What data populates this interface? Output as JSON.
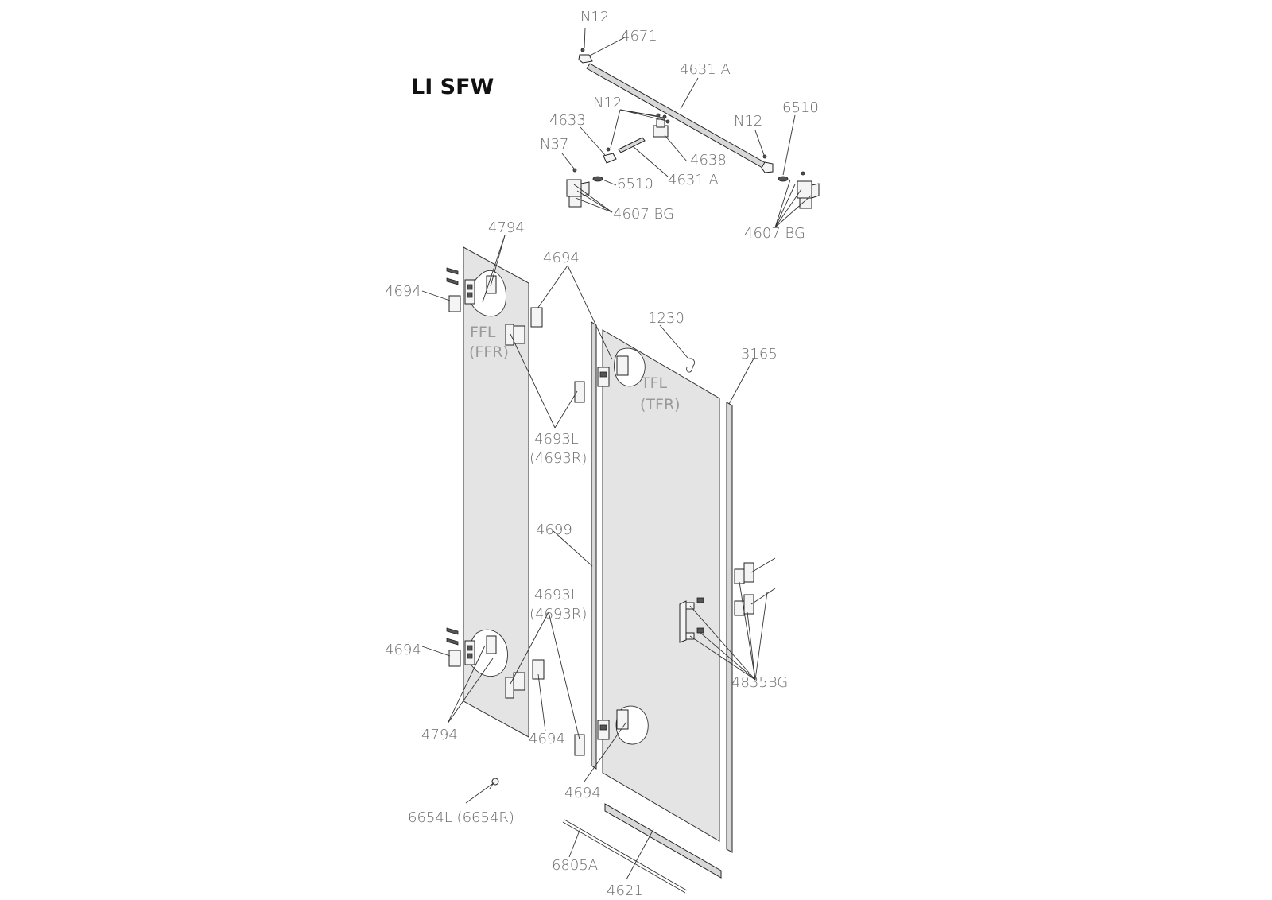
{
  "title": "LI SFW",
  "labels": {
    "n12_top": "N12",
    "p4671": "4671",
    "p4631a_top": "4631 A",
    "n12_mid": "N12",
    "n12_right": "N12",
    "p6510_right": "6510",
    "p4633": "4633",
    "n37": "N37",
    "p4638": "4638",
    "p4631a_mid": "4631 A",
    "p6510_left": "6510",
    "p4607bg_left": "4607 BG",
    "p4607bg_right": "4607 BG",
    "p4794_top": "4794",
    "p4694_topmid": "4694",
    "p4694_left_top": "4694",
    "p1230": "1230",
    "p3165": "3165",
    "ffl": "FFL",
    "ffr": "(FFR)",
    "tfl": "TFL",
    "tfr": "(TFR)",
    "p4693l_top": "4693L",
    "p4693r_top": "(4693R)",
    "p4699": "4699",
    "p4693l_bot": "4693L",
    "p4693r_bot": "(4693R)",
    "p4694_left_bot": "4694",
    "p4835bg": "4835BG",
    "p4794_bot": "4794",
    "p4694_bot_mid": "4694",
    "p4694_bot_right": "4694",
    "p6654": "6654L (6654R)",
    "p6805a": "6805A",
    "p4621": "4621"
  }
}
